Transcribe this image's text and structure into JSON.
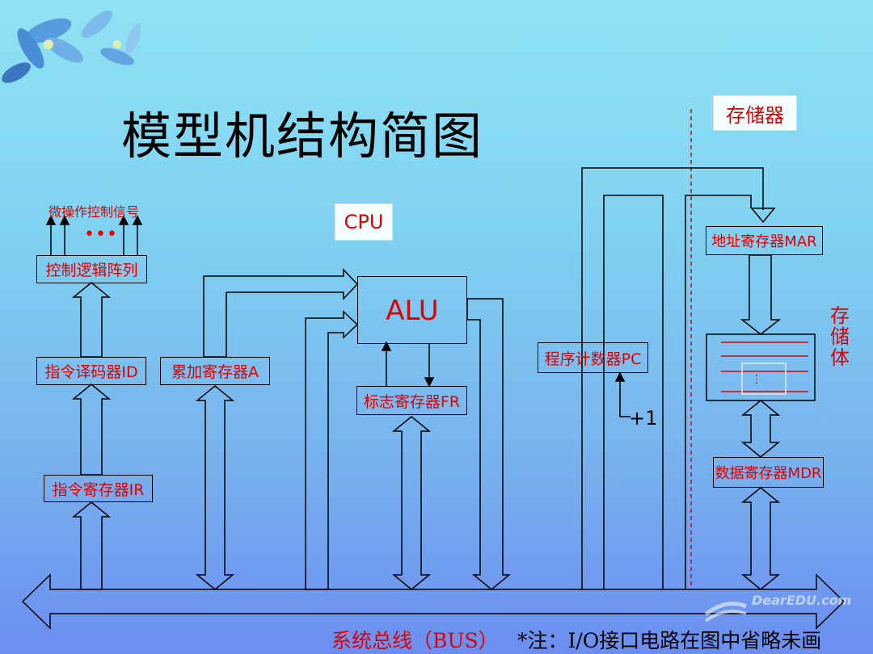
{
  "title": "模型机结构简图",
  "labels": {
    "memory": "存储器",
    "cpu": "CPU",
    "micro_signals": "微操作控制信号",
    "dots": "•••",
    "control_array": "控制逻辑阵列",
    "decoder": "指令译码器ID",
    "ir": "指令寄存器IR",
    "acc": "累加寄存器A",
    "alu": "ALU",
    "fr": "标志寄存器FR",
    "pc": "程序计数器PC",
    "plus_one": "+1",
    "mar": "地址寄存器MAR",
    "storage_body": "存储体",
    "mdr": "数据寄存器MDR",
    "bus": "系统总线（BUS）",
    "note": "*注：I/O接口电路在图中省略未画",
    "watermark": "DearEDU.com"
  },
  "colors": {
    "label_red": "#e00000",
    "line": "#000000"
  }
}
